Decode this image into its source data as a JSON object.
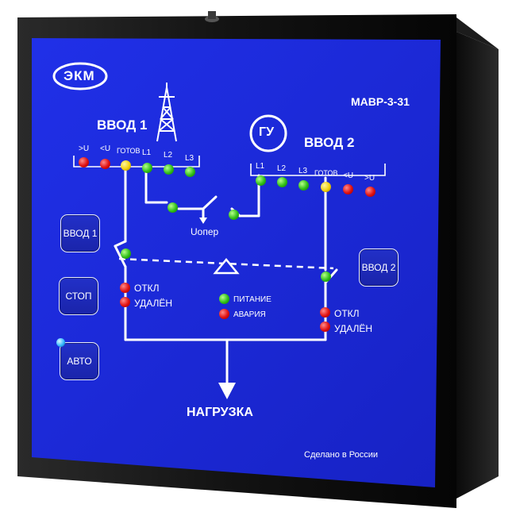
{
  "brand": {
    "logo_text": "ЭКМ",
    "model": "МАВР-3-31"
  },
  "inputs": {
    "input1": {
      "title": "ВВОД 1",
      "leds": [
        ">U",
        "<U",
        "ГОТОВ",
        "L1",
        "L2",
        "L3"
      ]
    },
    "input2": {
      "title": "ВВОД 2",
      "gu_label": "ГУ",
      "leds": [
        "L1",
        "L2",
        "L3",
        "ГОТОВ",
        "<U",
        ">U"
      ]
    }
  },
  "uoper_label": "Uопер",
  "buttons": {
    "input1": "ВВОД 1",
    "stop": "СТОП",
    "auto": "АВТО",
    "input2": "ВВОД 2"
  },
  "status_left": {
    "off": "ОТКЛ",
    "remote": "УДАЛЁН"
  },
  "status_right": {
    "off": "ОТКЛ",
    "remote": "УДАЛЁН"
  },
  "status_center": {
    "power": "ПИТАНИЕ",
    "alarm": "АВАРИЯ"
  },
  "load_label": "НАГРУЗКА",
  "footer": "Сделано в России",
  "colors": {
    "panel": "#1c2be0",
    "frame": "#141414",
    "led_red": "#e01010",
    "led_green": "#2fbf17",
    "led_yellow": "#f2d10e",
    "led_blue": "#35b8ff"
  }
}
